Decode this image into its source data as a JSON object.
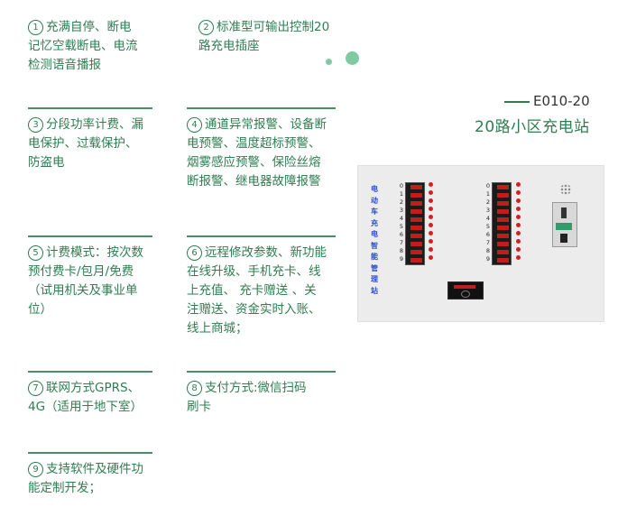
{
  "features": [
    {
      "num": "1",
      "text": "充满自停、断电\n记忆空载断电、电流\n检测语音播报"
    },
    {
      "num": "2",
      "text": "标准型可输出控制20\n路充电插座"
    },
    {
      "num": "3",
      "text": "分段功率计费、漏\n电保护、过载保护、\n防盗电"
    },
    {
      "num": "4",
      "text": "通道异常报警、设备断\n电预警、温度超标预警、\n烟雾感应预警、保险丝熔\n断报警、继电器故障报警"
    },
    {
      "num": "5",
      "text": "计费模式：按次数\n预付费卡/包月/免费\n（试用机关及事业单\n位）"
    },
    {
      "num": "6",
      "text": "远程修改参数、新功能\n在线升级、手机充卡、线\n上充值、  充卡赠送 、关\n注赠送、资金实时入账、\n线上商城；"
    },
    {
      "num": "7",
      "text": "联网方式GPRS、\n4G（适用于地下室）"
    },
    {
      "num": "8",
      "text": "支付方式:微信扫码\n刷卡"
    },
    {
      "num": "9",
      "text": "支持软件及硬件功\n能定制开发；"
    }
  ],
  "product": {
    "model": "E010-20",
    "title": "20路小区充电站",
    "panel_label": "电动车充电智能管理站",
    "channel_numbers": [
      "0",
      "1",
      "2",
      "3",
      "4",
      "5",
      "6",
      "7",
      "8",
      "9"
    ]
  },
  "colors": {
    "accent": "#2f7d51",
    "dot": "#7fcaa3",
    "led": "#d62020"
  }
}
